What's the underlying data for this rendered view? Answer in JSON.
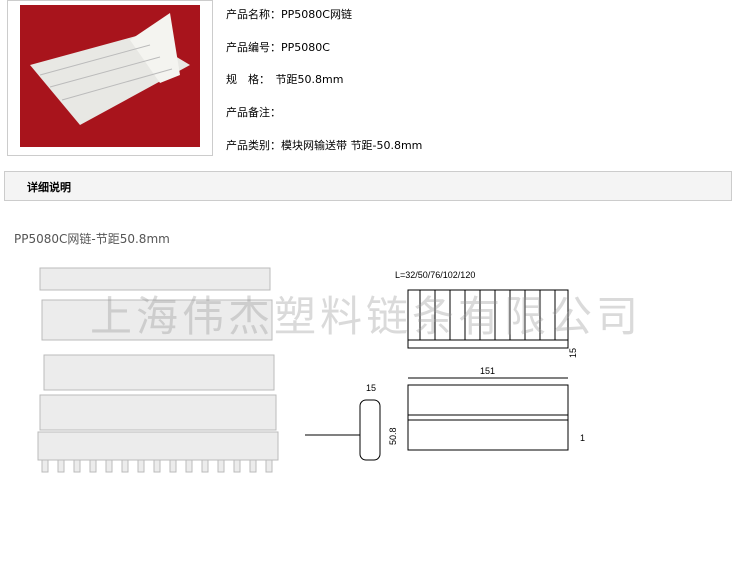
{
  "product": {
    "name": "产品名称：PP5080C网链",
    "code": "产品编号：PP5080C",
    "spec": "规　格：　节距50.8mm",
    "note": "产品备注：",
    "category": "产品类别：模块网输送带 节距-50.8mm"
  },
  "section_title": "详细说明",
  "caption": "PP5080C网链-节距50.8mm",
  "watermark": "上海伟杰塑料链条有限公司",
  "drawing": {
    "length": "L=32/50/76/102/120",
    "height": "15",
    "side": "15",
    "width": "151",
    "pitch": "50.8",
    "thickness": "1"
  }
}
